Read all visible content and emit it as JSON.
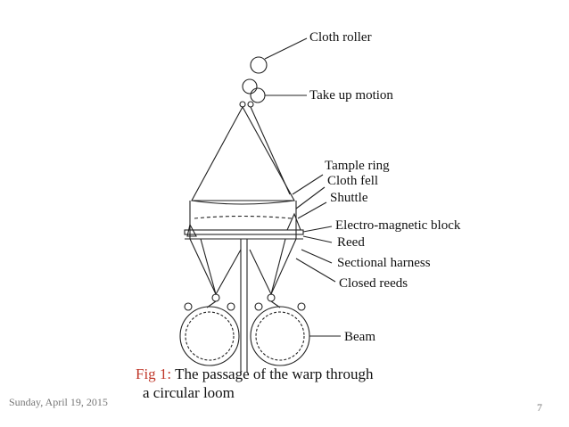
{
  "labels": {
    "cloth_roller": "Cloth roller",
    "take_up_motion": "Take up motion",
    "tample_ring": "Tample ring",
    "cloth_fell": "Cloth fell",
    "shuttle": "Shuttle",
    "electro_magnetic_block": "Electro-magnetic block",
    "reed": "Reed",
    "sectional_harness": "Sectional harness",
    "closed_reeds": "Closed reeds",
    "beam": "Beam"
  },
  "caption": {
    "prefix": "Fig 1:",
    "line1": " The passage of the warp through",
    "line2": "a circular loom"
  },
  "footer": {
    "date": "Sunday, April 19, 2015",
    "page": "7"
  },
  "colors": {
    "caption_prefix": "#c0392b",
    "line": "#222222"
  }
}
